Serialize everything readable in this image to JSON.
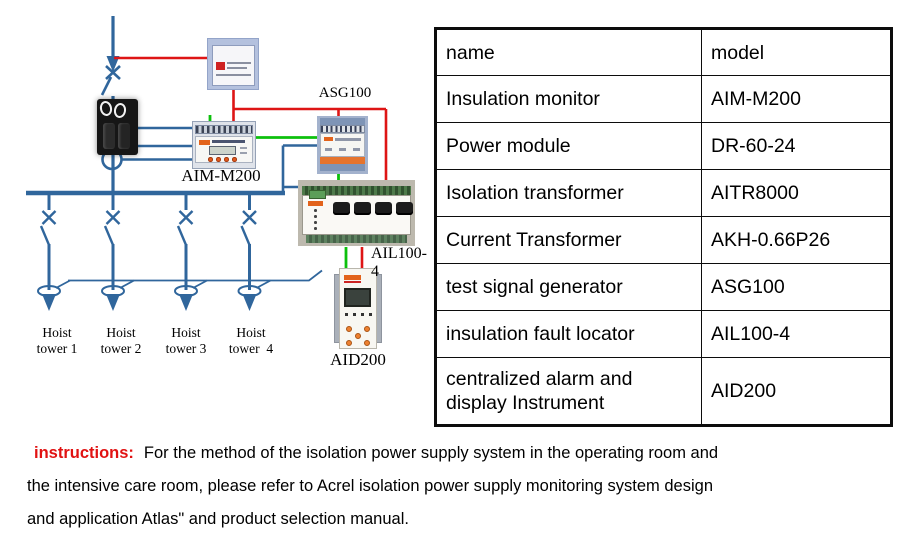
{
  "diagram": {
    "labels": {
      "asg100": "ASG100",
      "aim_m200": "AIM-M200",
      "ail100_4": "AIL100-4",
      "aid200": "AID200"
    },
    "hoist_towers": [
      "Hoist\ntower 1",
      "Hoist\ntower 2",
      "Hoist\ntower 3",
      "Hoist\ntower  4"
    ],
    "colors": {
      "wire_blue": "#30669c",
      "wire_red": "#de1515",
      "wire_green": "#0cc00c"
    }
  },
  "table": {
    "headers": [
      "name",
      "model"
    ],
    "rows": [
      [
        "Insulation monitor",
        "AIM-M200"
      ],
      [
        "Power module",
        "DR-60-24"
      ],
      [
        "Isolation transformer",
        "AITR8000"
      ],
      [
        "Current Transformer",
        "AKH-0.66P26"
      ],
      [
        "test signal generator",
        "ASG100"
      ],
      [
        "insulation fault locator",
        "AIL100-4"
      ],
      [
        "centralized alarm and display Instrument",
        "AID200"
      ]
    ]
  },
  "instructions": {
    "label": "instructions:",
    "lines": [
      "For the method of the isolation power supply system in the operating room and",
      "the intensive care room, please refer to Acrel isolation power supply monitoring system design",
      "and application Atlas\" and product selection manual."
    ]
  }
}
